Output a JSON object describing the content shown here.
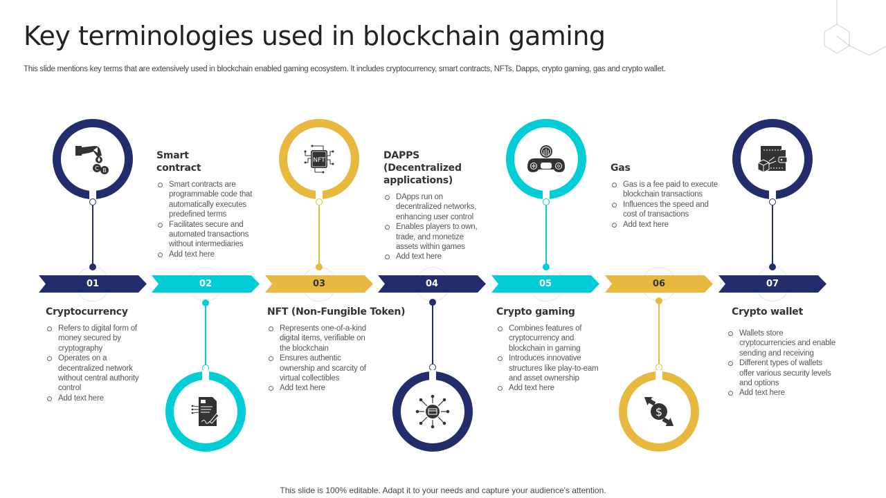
{
  "header": {
    "title": "Key terminologies used in blockchain gaming",
    "subtitle": "This slide mentions key terms that are extensively used in blockchain enabled gaming ecosystem. It includes cryptocurrency, smart contracts, NFTs, Dapps, crypto gaming, gas and crypto wallet."
  },
  "colors": {
    "navy": "#232d6b",
    "cyan": "#00cdd5",
    "gold": "#e8b93f",
    "text": "#333333"
  },
  "steps": [
    {
      "number": "01",
      "title": "Cryptocurrency",
      "icon": "hand-dropping-coins-icon",
      "color": "navy",
      "bullets": [
        "Refers to digital form of money secured by cryptography",
        "Operates on a decentralized network without central authority control",
        "Add text here"
      ]
    },
    {
      "number": "02",
      "title": "Smart contract",
      "icon": "signed-document-icon",
      "color": "cyan",
      "bullets": [
        "Smart contracts are programmable code that automatically executes predefined terms",
        "Facilitates secure and automated transactions without intermediaries",
        "Add text here"
      ]
    },
    {
      "number": "03",
      "title": "NFT (Non-Fungible Token)",
      "icon": "nft-chip-icon",
      "color": "gold",
      "bullets": [
        "Represents one-of-a-kind digital items, verifiable on the blockchain",
        "Ensures authentic ownership and scarcity of virtual collectibles",
        "Add text here"
      ]
    },
    {
      "number": "04",
      "title": "DAPPS (Decentralized applications)",
      "icon": "decentralized-network-icon",
      "color": "navy",
      "bullets": [
        "DApps run on decentralized networks, enhancing user control",
        "Enables players to own, trade, and monetize assets within games",
        "Add text here"
      ]
    },
    {
      "number": "05",
      "title": "Crypto gaming",
      "icon": "game-controller-icon",
      "color": "cyan",
      "bullets": [
        "Combines features of cryptocurrency and blockchain in gaming",
        "Introduces innovative structures like play-to-eam and asset ownership",
        "Add text here"
      ]
    },
    {
      "number": "06",
      "title": "Gas",
      "icon": "dollar-exchange-icon",
      "color": "gold",
      "bullets": [
        "Gas is a fee paid to execute blockchain transactions",
        "Influences the speed and cost of transactions",
        "Add text here"
      ]
    },
    {
      "number": "07",
      "title": "Crypto wallet",
      "icon": "crypto-wallet-icon",
      "color": "navy",
      "bullets": [
        "Wallets store cryptocurrencies and enable sending and receiving",
        "Different types of wallets offer various security levels and options",
        "Add text here"
      ]
    }
  ],
  "footer": {
    "note": "This slide is 100% editable. Adapt it to your needs and capture your audience's attention."
  }
}
